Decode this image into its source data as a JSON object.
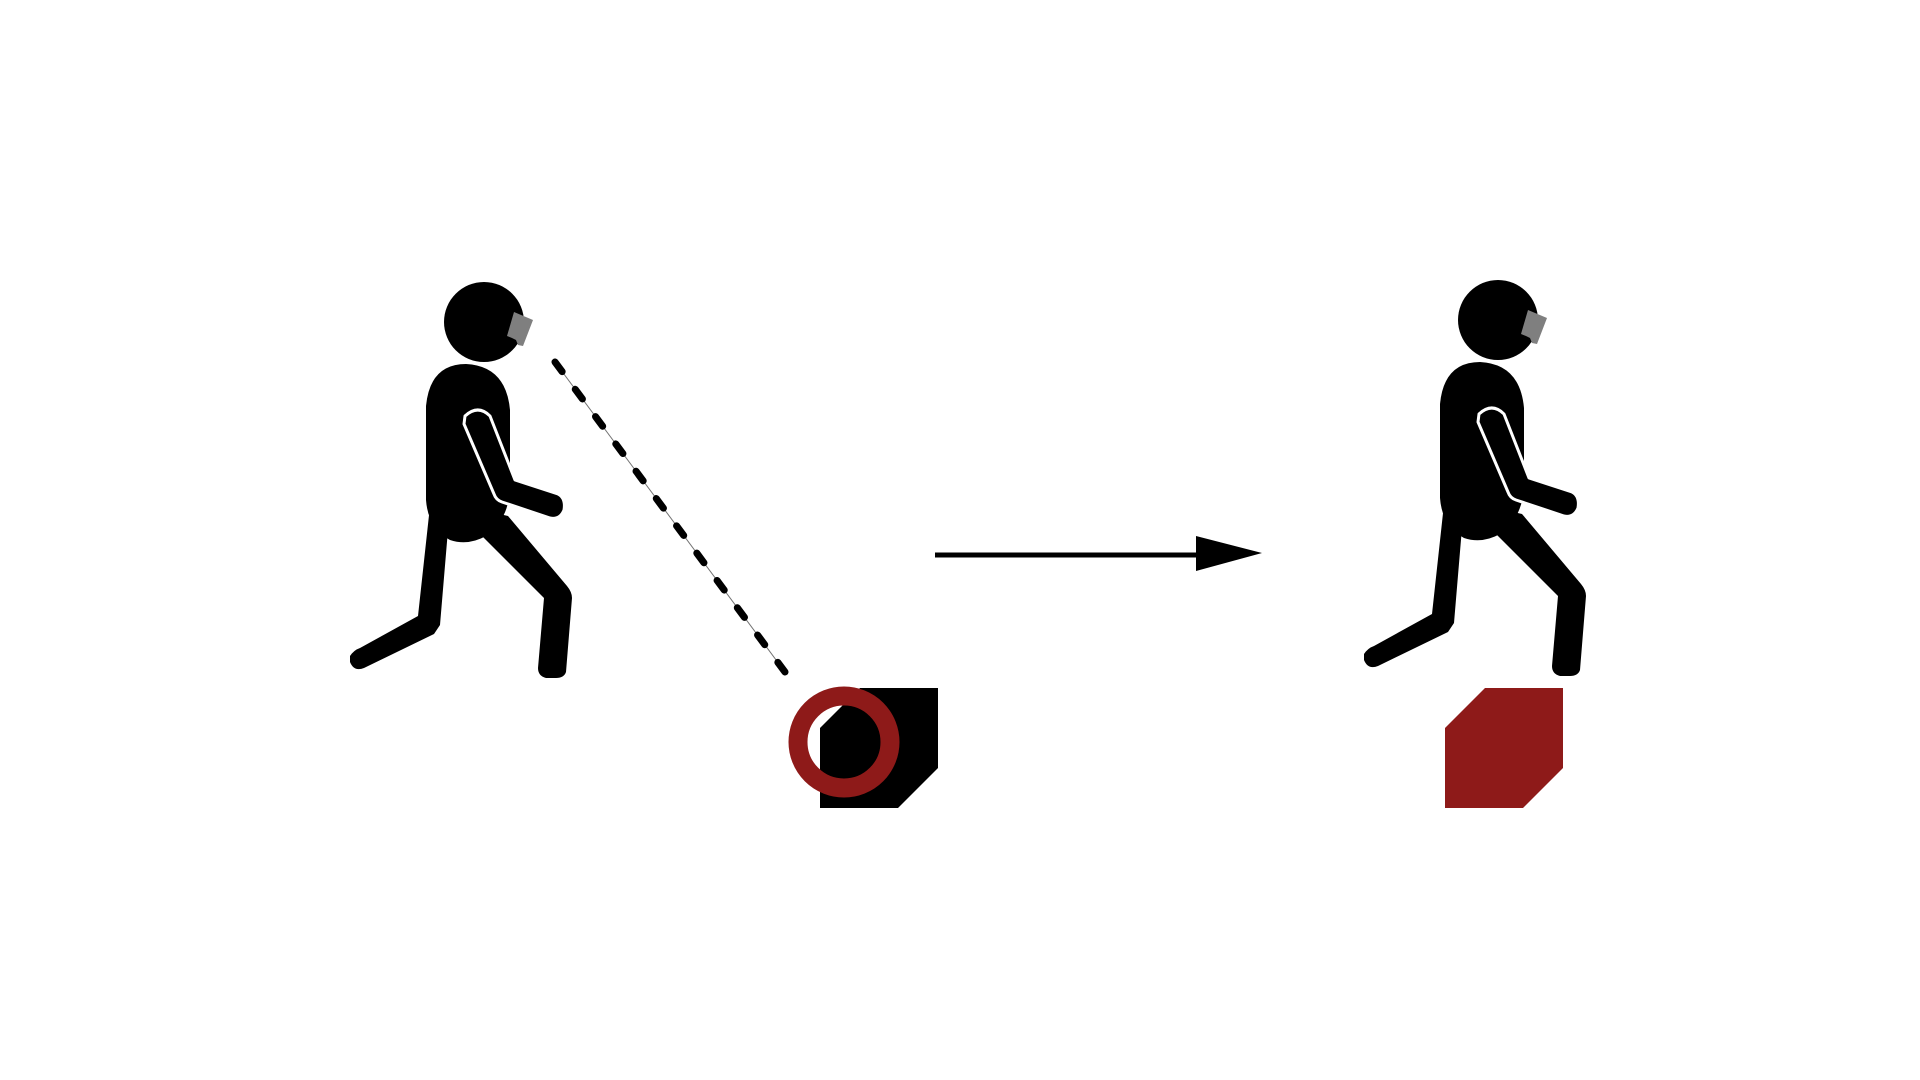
{
  "diagram": {
    "panels": [
      {
        "id": "before",
        "figure": "walking-person-with-head-mounted-camera",
        "gaze": "dashed-line-to-object",
        "object": "cube",
        "object_color": "#000000",
        "target_marker": "ring",
        "target_marker_color": "#8e1a19"
      },
      {
        "id": "after",
        "figure": "walking-person-with-head-mounted-camera",
        "gaze": "none",
        "object": "cube",
        "object_color": "#8e1a19"
      }
    ],
    "transition": "right-arrow",
    "colors": {
      "figure": "#000000",
      "highlight": "#8e1a19",
      "device": "#7f7f7f",
      "background": "#ffffff"
    }
  }
}
